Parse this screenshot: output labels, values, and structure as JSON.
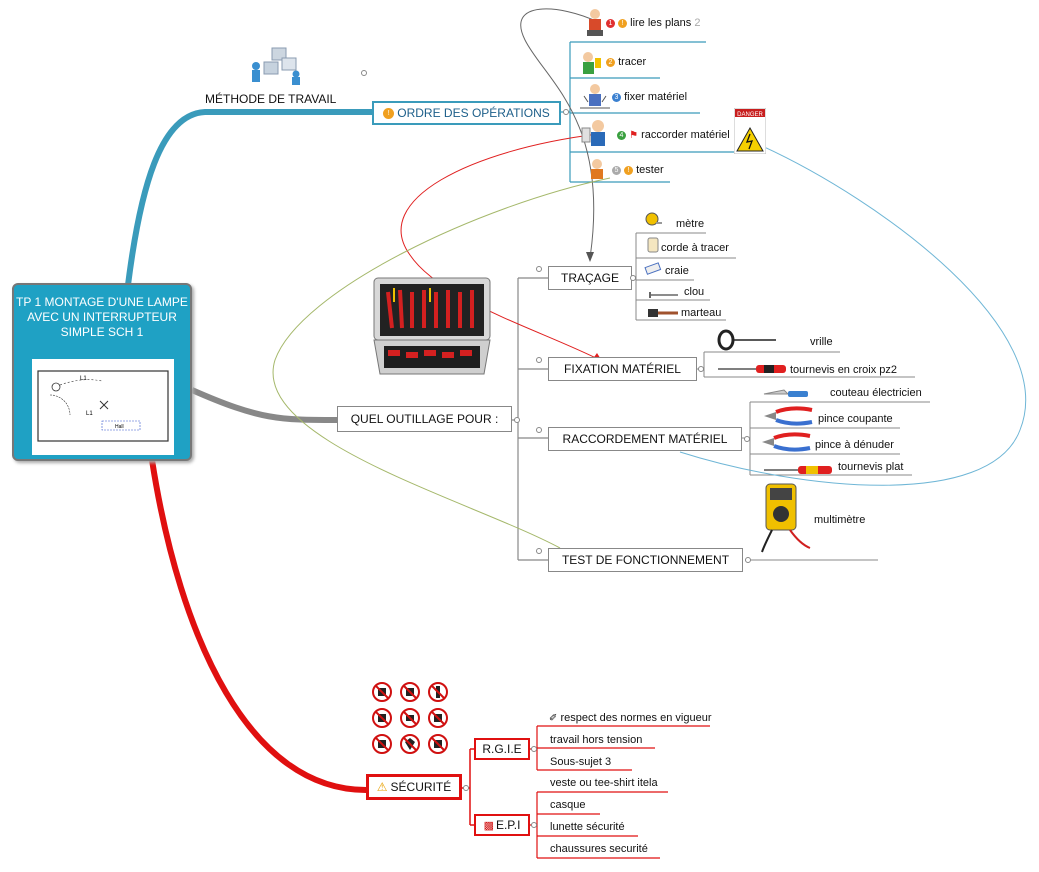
{
  "central": {
    "title": "TP 1 MONTAGE D'UNE LAMPE AVEC UN INTERRUPTEUR SIMPLE SCH 1"
  },
  "plan": {
    "l1_top": "L1",
    "l1_left": "L1",
    "hall": "Hall"
  },
  "methode": {
    "label": "MÉTHODE DE TRAVAIL",
    "ordre": "ORDRE DES OPÉRATIONS",
    "steps": [
      {
        "num": "1",
        "label": "lire les plans",
        "suffix": "2"
      },
      {
        "num": "2",
        "label": "tracer"
      },
      {
        "num": "3",
        "label": "fixer matériel"
      },
      {
        "num": "4",
        "label": "raccorder matériel"
      },
      {
        "num": "5",
        "label": "tester"
      }
    ],
    "danger_label": "DANGER"
  },
  "outillage": {
    "label": "QUEL OUTILLAGE POUR :",
    "tracage": {
      "label": "TRAÇAGE",
      "items": [
        "mètre",
        "corde à tracer",
        "craie",
        "clou",
        "marteau"
      ]
    },
    "fixation": {
      "label": "FIXATION MATÉRIEL",
      "items": [
        "vrille",
        "tournevis en croix pz2"
      ]
    },
    "raccordement": {
      "label": "RACCORDEMENT MATÉRIEL",
      "items": [
        "couteau électricien",
        "pince coupante",
        "pince à dénuder",
        "tournevis plat"
      ]
    },
    "test": {
      "label": "TEST DE FONCTIONNEMENT",
      "items": [
        "multimètre"
      ]
    }
  },
  "securite": {
    "label": "SÉCURITÉ",
    "rgie": {
      "label": "R.G.I.E",
      "items": [
        "respect des normes en vigueur",
        "travail hors tension",
        "Sous-sujet 3"
      ]
    },
    "epi": {
      "label": "E.P.I",
      "items": [
        "veste ou tee-shirt itela",
        "casque",
        "lunette sécurité",
        "chaussures securité"
      ]
    }
  },
  "colors": {
    "blue": "#3a9bbb",
    "gray": "#888888",
    "red": "#e01010",
    "central": "#1fa1c4"
  }
}
